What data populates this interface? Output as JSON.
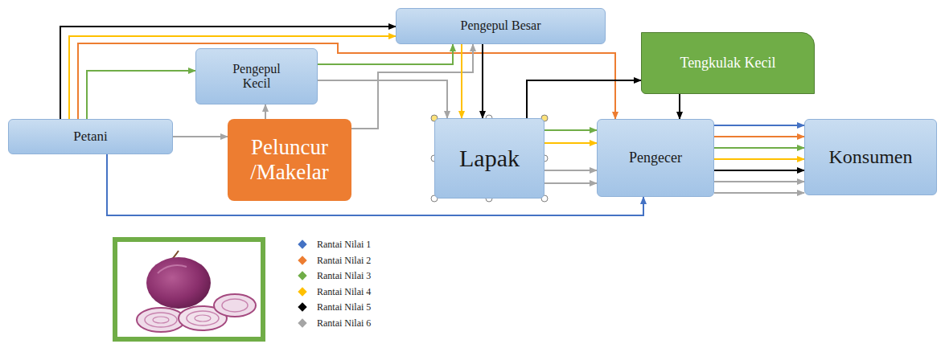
{
  "diagram": {
    "nodes": [
      {
        "text": [
          "Petani"
        ]
      },
      {
        "text": [
          "Pengepul Kecil"
        ]
      },
      {
        "text": [
          "Peluncur /Makelar"
        ]
      },
      {
        "text": [
          "Pengepul Besar"
        ]
      },
      {
        "text": [
          "Lapak"
        ]
      },
      {
        "text": [
          "Tengkulak Kecil"
        ]
      },
      {
        "text": [
          "Pengecer"
        ]
      },
      {
        "text": [
          "Konsumen"
        ]
      }
    ],
    "edges": [
      {
        "from": 0,
        "to": 3,
        "arrow": "to"
      },
      {
        "from": 0,
        "to": 3,
        "arrow": "to"
      },
      {
        "from": 0,
        "to": 1,
        "arrow": "to"
      },
      {
        "from": 0,
        "to": 2,
        "arrow": "to"
      },
      {
        "from": 2,
        "to": 1,
        "arrow": "to"
      },
      {
        "from": 0,
        "to": 6,
        "arrow": "to"
      },
      {
        "from": 0,
        "to": 6,
        "arrow": "to"
      },
      {
        "from": 1,
        "to": 3,
        "arrow": "to"
      },
      {
        "from": 1,
        "to": 4,
        "arrow": "to"
      },
      {
        "from": 2,
        "to": 3,
        "arrow": "to"
      },
      {
        "from": 3,
        "to": 4,
        "arrow": "to"
      },
      {
        "from": 3,
        "to": 4,
        "arrow": "to"
      },
      {
        "from": 4,
        "to": 5,
        "arrow": "to"
      },
      {
        "from": 5,
        "to": 6,
        "arrow": "to"
      },
      {
        "from": 4,
        "to": 6,
        "arrow": "to"
      },
      {
        "from": 4,
        "to": 6,
        "arrow": "to"
      },
      {
        "from": 4,
        "to": 6,
        "arrow": "to"
      },
      {
        "from": 4,
        "to": 6,
        "arrow": "to"
      },
      {
        "from": 6,
        "to": 7,
        "arrow": "to"
      },
      {
        "from": 6,
        "to": 7,
        "arrow": "to"
      },
      {
        "from": 6,
        "to": 7,
        "arrow": "to"
      },
      {
        "from": 6,
        "to": 7,
        "arrow": "to"
      },
      {
        "from": 6,
        "to": 7,
        "arrow": "to"
      },
      {
        "from": 6,
        "to": 7,
        "arrow": "to"
      },
      {
        "from": 6,
        "to": 7,
        "arrow": "to"
      }
    ],
    "legend": [
      {
        "text": "Rantai Nilai 1",
        "color": "#4472c4"
      },
      {
        "text": "Rantai Nilai 2",
        "color": "#ed7d31"
      },
      {
        "text": "Rantai Nilai 3",
        "color": "#70ad47"
      },
      {
        "text": "Rantai Nilai 4",
        "color": "#ffc000"
      },
      {
        "text": "Rantai Nilai 5",
        "color": "#000000"
      },
      {
        "text": "Rantai Nilai 6",
        "color": "#a5a5a5"
      }
    ]
  }
}
